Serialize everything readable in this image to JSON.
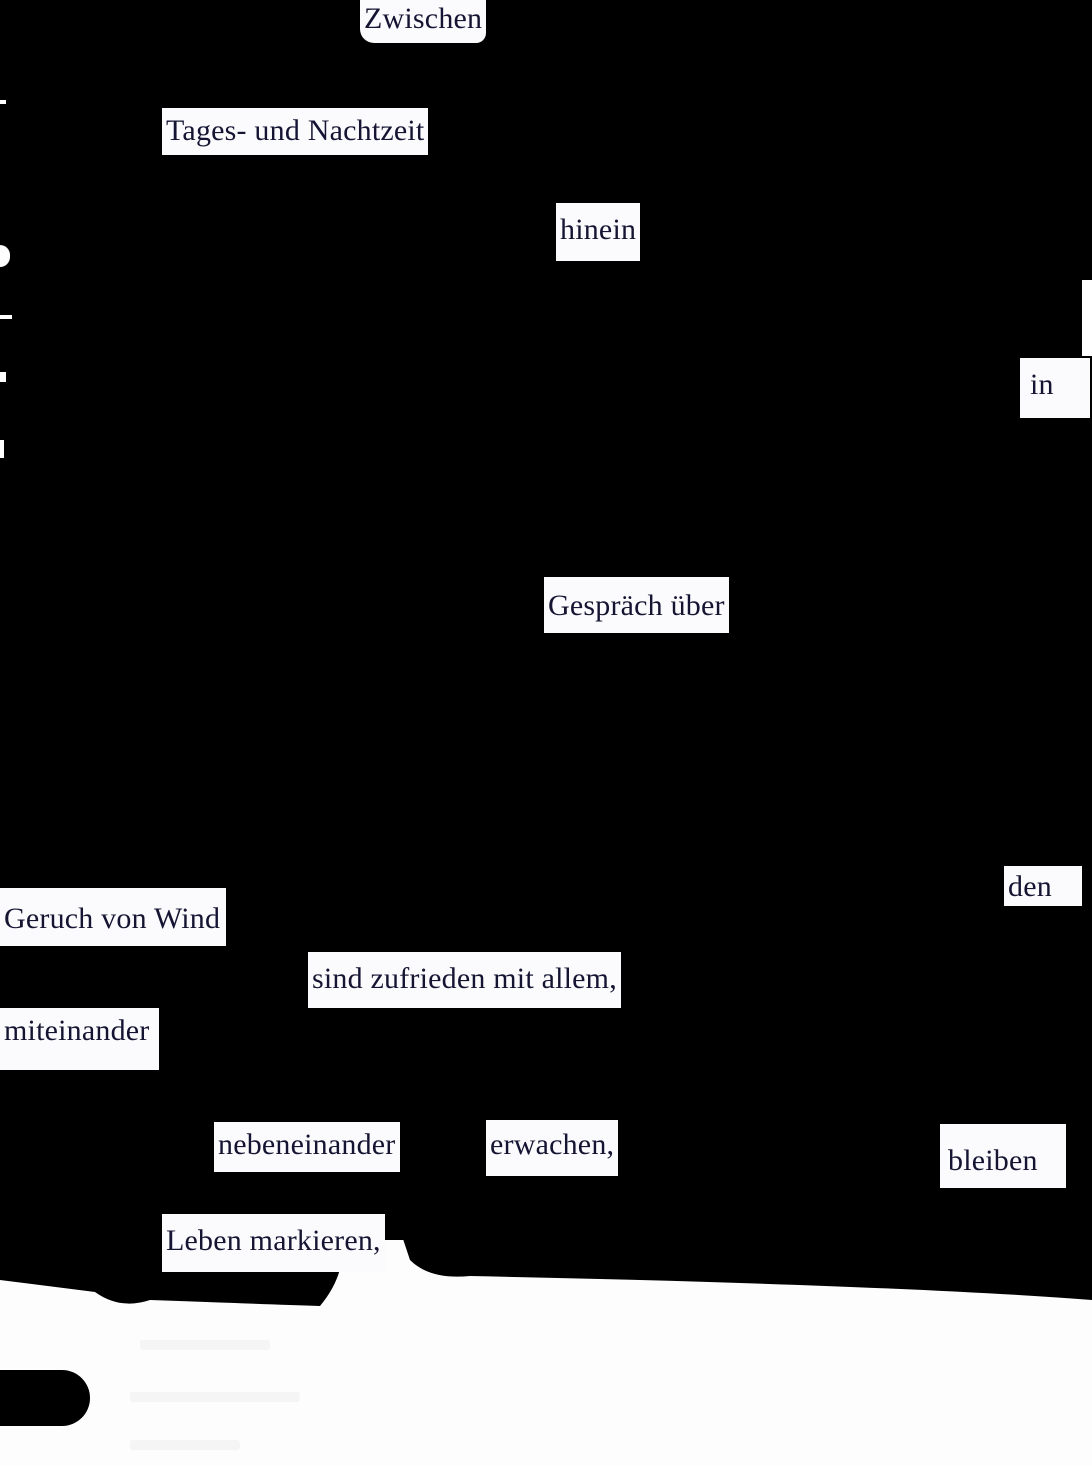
{
  "blackout_poem": {
    "words": [
      "Zwischen",
      "Tages- und Nachtzeit",
      "hinein",
      "in",
      "Gespräch über",
      "den",
      "Geruch von Wind",
      "sind zufrieden mit allem,",
      "miteinander",
      "nebeneinander",
      "erwachen,",
      "bleiben",
      "Leben markieren,"
    ]
  },
  "colors": {
    "ink": "#000000",
    "paper": "#fbfbfd",
    "text": "#151533"
  }
}
